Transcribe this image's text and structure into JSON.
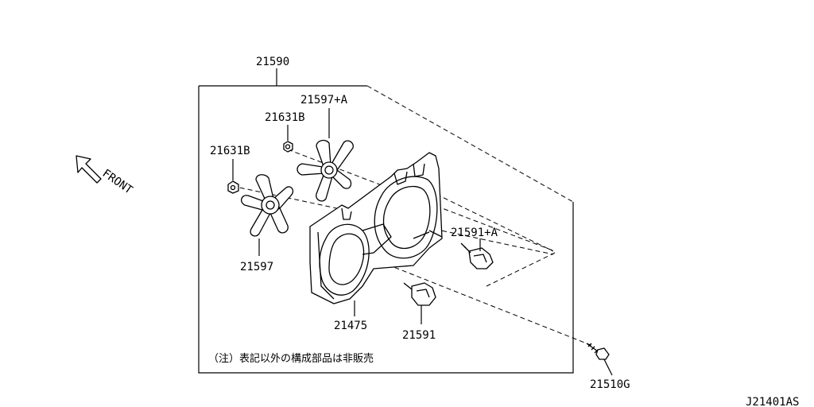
{
  "diagram": {
    "assembly_label": "21590",
    "direction_label": "FRONT",
    "note": "（注）表記以外の構成部品は非販売",
    "figure_code": "J21401AS",
    "parts": {
      "fan_a": "21597+A",
      "nut_a": "21631B",
      "nut_b": "21631B",
      "fan_b": "21597",
      "shroud": "21475",
      "motor_a": "21591+A",
      "motor_b": "21591",
      "bolt": "21510G"
    }
  }
}
